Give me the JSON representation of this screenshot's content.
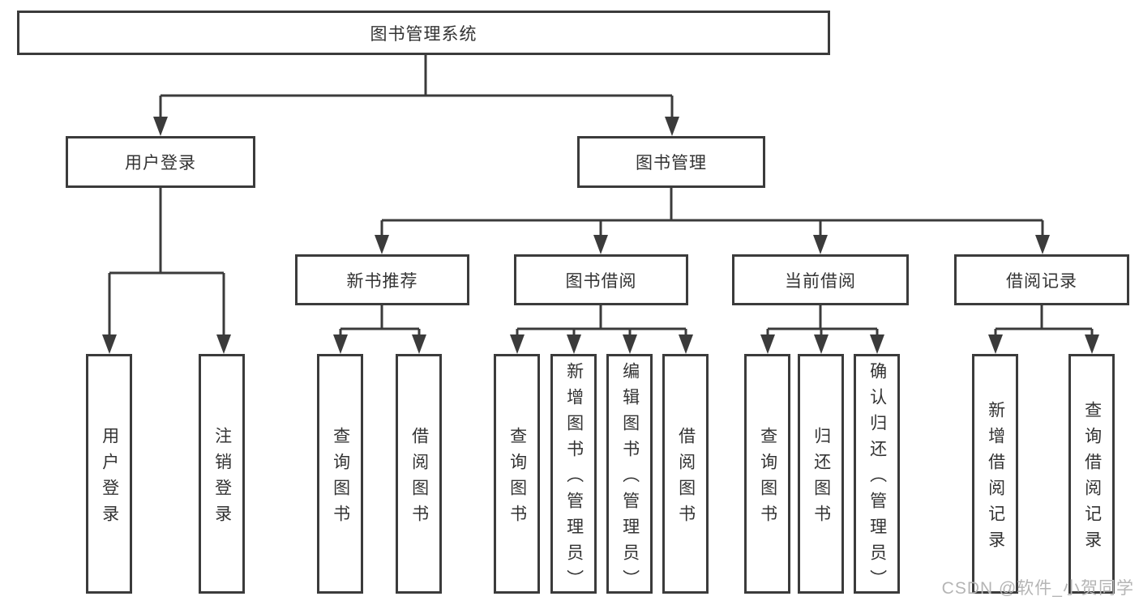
{
  "tree": {
    "root": {
      "label": "图书管理系统"
    },
    "branches": [
      {
        "label": "用户登录",
        "children": [
          {
            "label": "用户登录"
          },
          {
            "label": "注销登录"
          }
        ]
      },
      {
        "label": "图书管理",
        "children": [
          {
            "label": "新书推荐",
            "children": [
              {
                "label": "查询图书"
              },
              {
                "label": "借阅图书"
              }
            ]
          },
          {
            "label": "图书借阅",
            "children": [
              {
                "label": "查询图书"
              },
              {
                "label": "新增图书（管理员）"
              },
              {
                "label": "编辑图书（管理员）"
              },
              {
                "label": "借阅图书"
              }
            ]
          },
          {
            "label": "当前借阅",
            "children": [
              {
                "label": "查询图书"
              },
              {
                "label": "归还图书"
              },
              {
                "label": "确认归还（管理员）"
              }
            ]
          },
          {
            "label": "借阅记录",
            "children": [
              {
                "label": "新增借阅记录"
              },
              {
                "label": "查询借阅记录"
              }
            ]
          }
        ]
      }
    ]
  },
  "watermark": {
    "text": "CSDN @软件_小贺同学"
  },
  "colors": {
    "line": "#3b3b3b",
    "text": "#333333",
    "watermark": "#b5b5b5",
    "background": "#ffffff"
  }
}
